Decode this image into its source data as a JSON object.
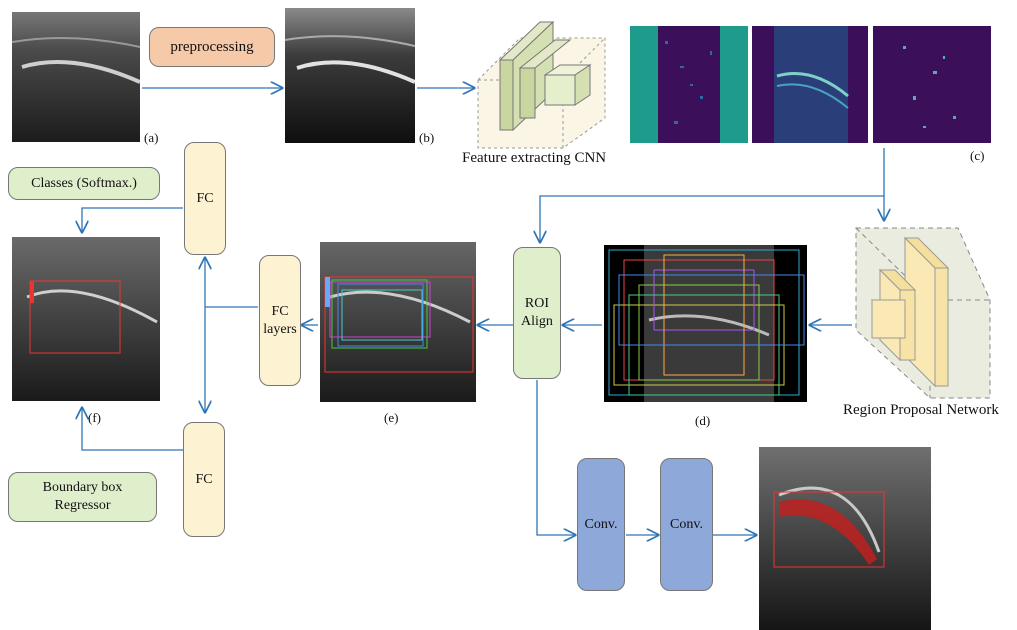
{
  "boxes": {
    "preprocessing": "preprocessing",
    "fc_top": "FC",
    "fc_bottom": "FC",
    "fc_layers": "FC\nlayers",
    "roi_align": "ROI\nAlign",
    "conv1": "Conv.",
    "conv2": "Conv.",
    "classes": "Classes (Softmax.)",
    "bbox_regressor": "Boundary box\nRegressor"
  },
  "labels": {
    "a": "(a)",
    "b": "(b)",
    "c": "(c)",
    "d": "(d)",
    "e": "(e)",
    "f": "(f)",
    "cnn": "Feature extracting CNN",
    "rpn": "Region Proposal Network"
  },
  "colors": {
    "arrow": "#2e75b6",
    "fc_fill": "#fdf2d2",
    "green_fill": "#dfeecb",
    "conv_fill": "#8ea8da",
    "preprocess_fill": "#f6c9a8",
    "feature_map_teal": "#1e9b8a",
    "feature_map_purple": "#3b0f5a"
  }
}
